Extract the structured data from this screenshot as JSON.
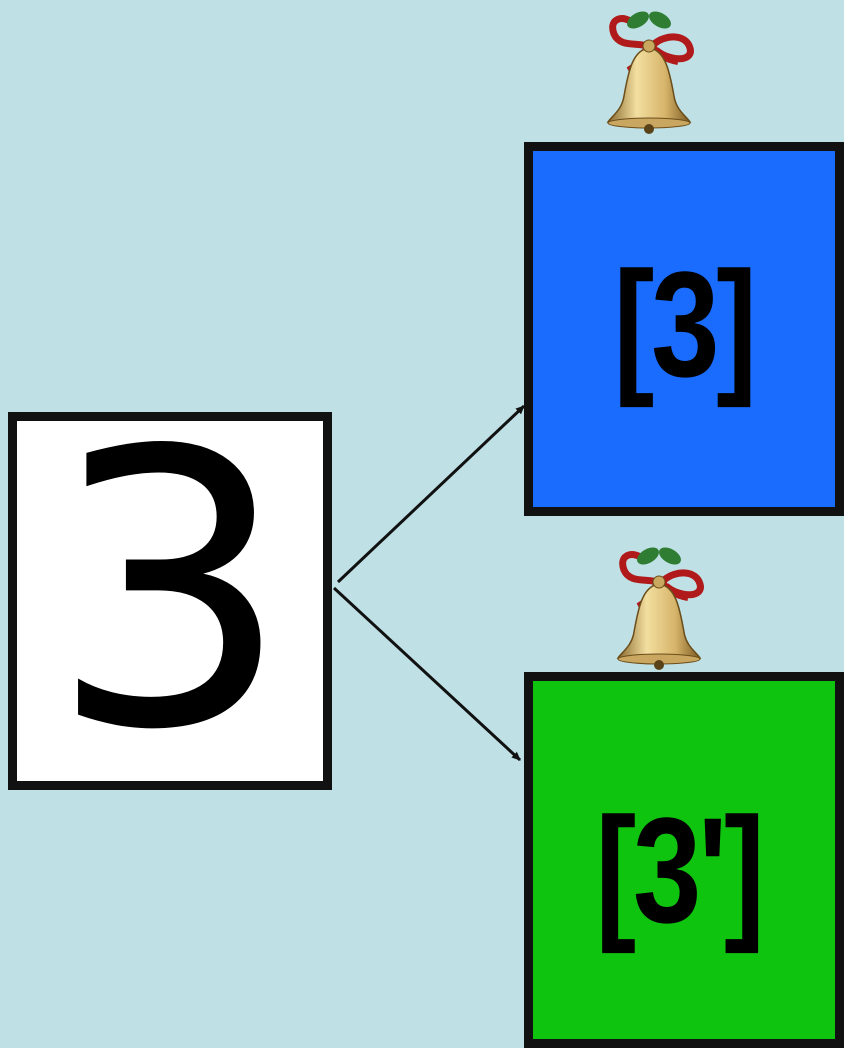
{
  "source": {
    "label": "3"
  },
  "targets": [
    {
      "label": "[3]",
      "fill": "#1a6cff"
    },
    {
      "label": "[3']",
      "fill": "#0fc40f"
    }
  ],
  "colors": {
    "background": "#bfe1e6",
    "box_border": "#111111",
    "source_fill": "#ffffff",
    "arrow": "#111111"
  },
  "icons": {
    "target_top_icon": "bell-icon",
    "target_bottom_icon": "bell-icon"
  }
}
